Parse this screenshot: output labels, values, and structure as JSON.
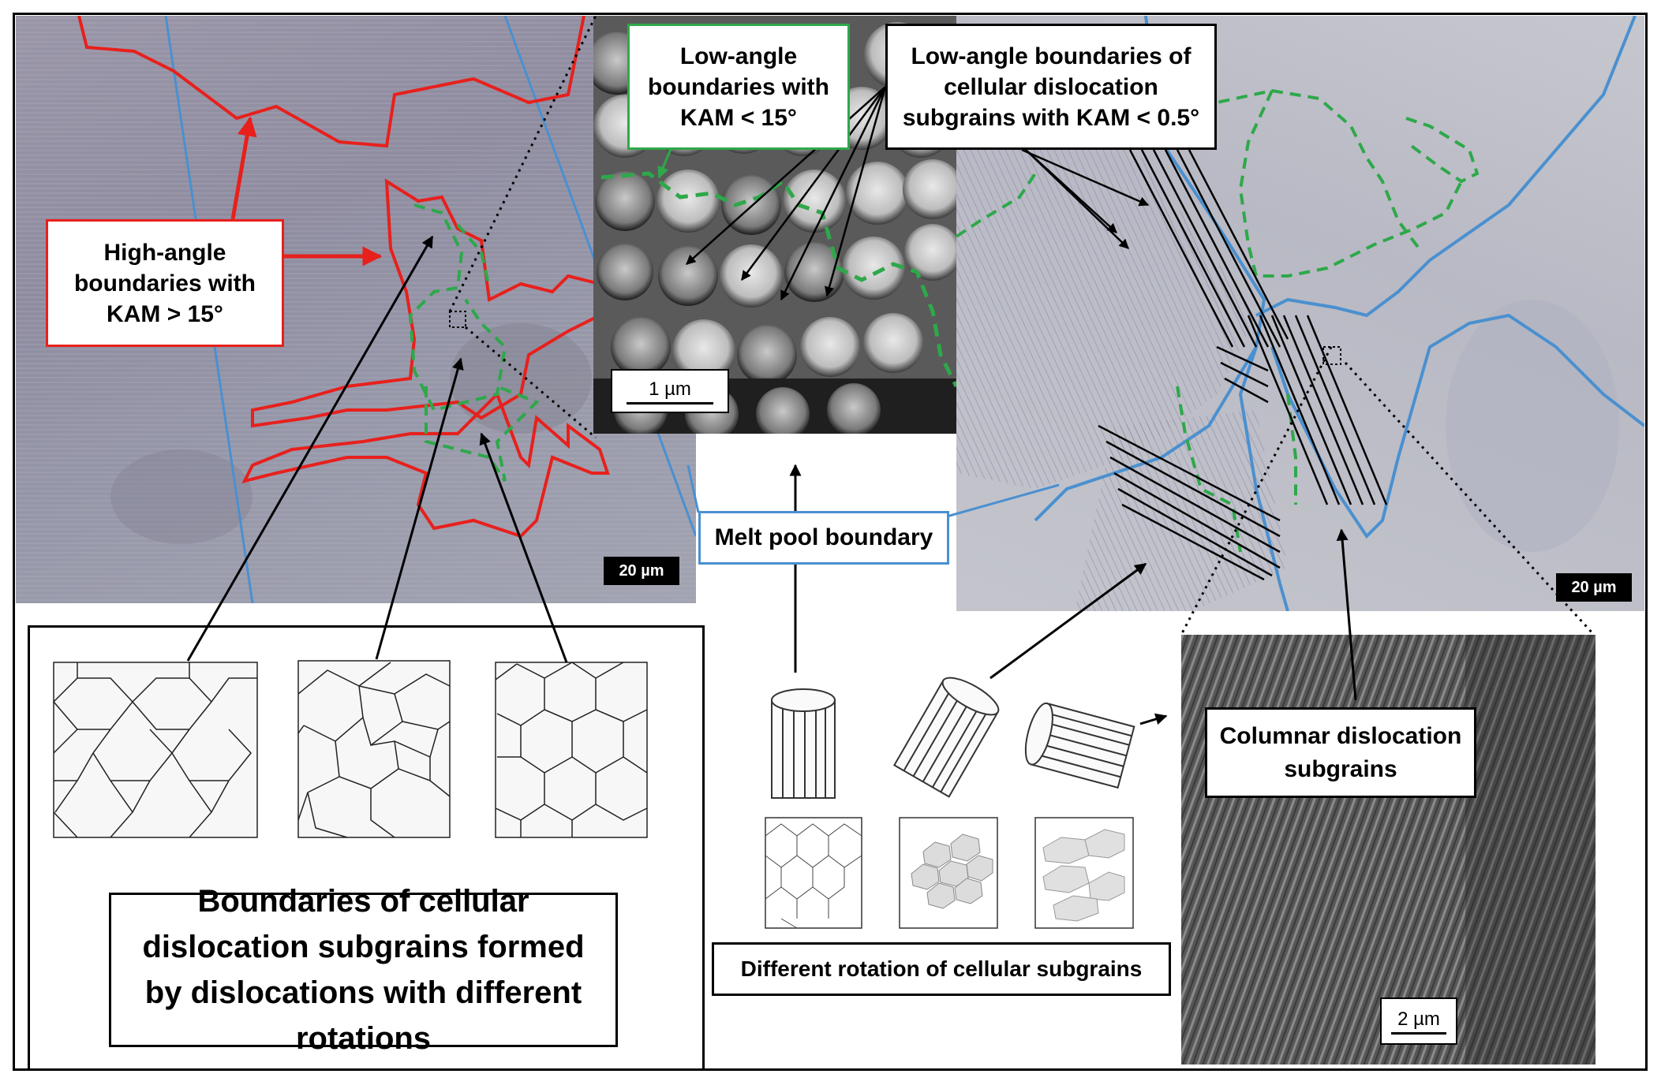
{
  "labels": {
    "high_angle": "High-angle boundaries with KAM > 15°",
    "low_angle_kam15": "Low-angle boundaries with KAM < 15°",
    "low_angle_cellular": "Low-angle boundaries of cellular dislocation subgrains with KAM < 0.5°",
    "melt_pool": "Melt pool boundary",
    "columnar": "Columnar dislocation subgrains",
    "cellular_rotations": "Boundaries of cellular dislocation subgrains formed by dislocations with different rotations",
    "different_rotation": "Different rotation of cellular subgrains"
  },
  "scale_bars": {
    "left_micrograph": "20 µm",
    "right_micrograph": "20 µm",
    "tem_inset": "1 µm",
    "columnar_inset": "2 µm"
  },
  "colors": {
    "high_angle_boundary": "#e8201c",
    "low_angle_boundary": "#2ea84a",
    "melt_pool_boundary": "#4a90d0",
    "micrograph_base": "#8e8ea2"
  }
}
